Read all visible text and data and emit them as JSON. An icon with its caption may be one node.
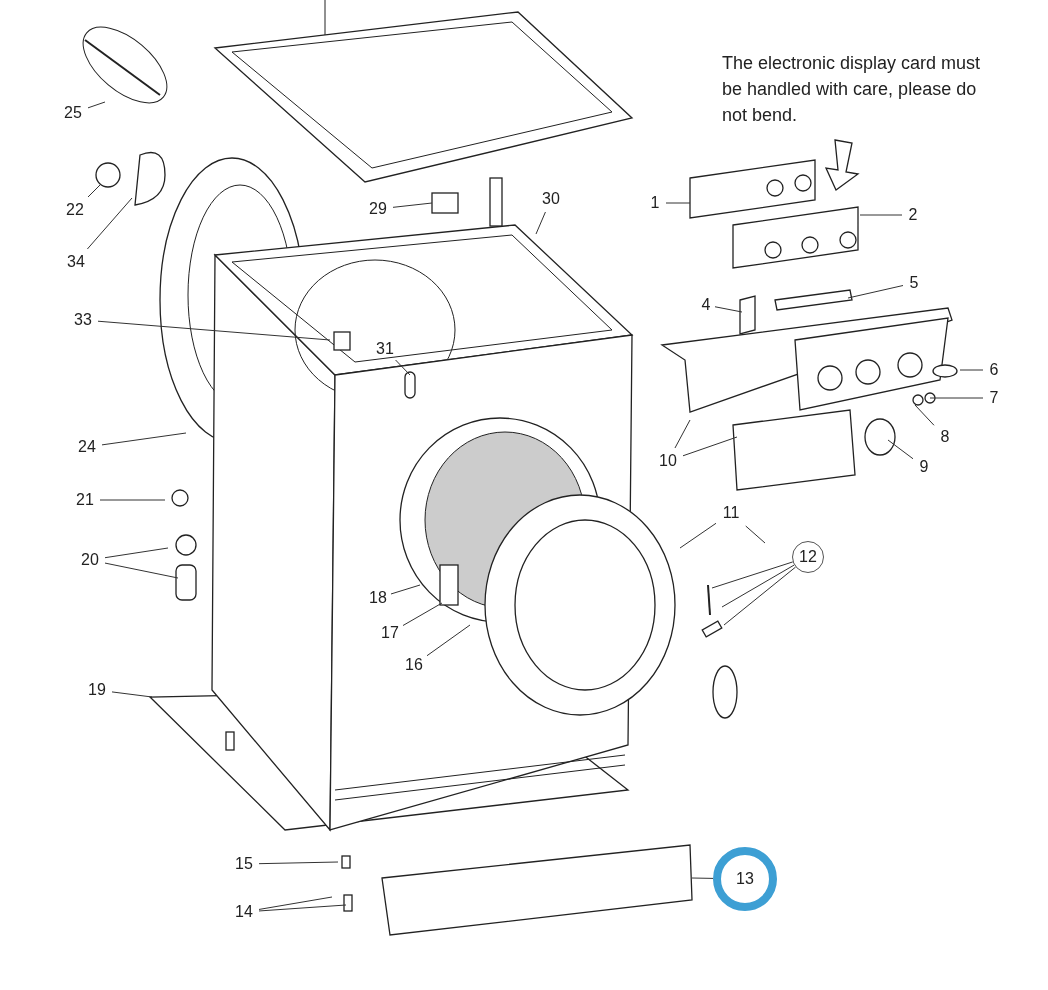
{
  "diagram": {
    "nodes": [
      {
        "text": [
          "25"
        ]
      },
      {
        "text": [
          "22"
        ]
      },
      {
        "text": [
          "34"
        ]
      },
      {
        "text": [
          "33"
        ]
      },
      {
        "text": [
          "24"
        ]
      },
      {
        "text": [
          "21"
        ]
      },
      {
        "text": [
          "20"
        ]
      },
      {
        "text": [
          "19"
        ]
      },
      {
        "text": [
          "15"
        ]
      },
      {
        "text": [
          "14"
        ]
      },
      {
        "text": [
          "29"
        ]
      },
      {
        "text": [
          "30"
        ]
      },
      {
        "text": [
          "31"
        ]
      },
      {
        "text": [
          "18"
        ]
      },
      {
        "text": [
          "17"
        ]
      },
      {
        "text": [
          "16"
        ]
      },
      {
        "text": [
          "1"
        ]
      },
      {
        "text": [
          "2"
        ]
      },
      {
        "text": [
          "4"
        ]
      },
      {
        "text": [
          "5"
        ]
      },
      {
        "text": [
          "6"
        ]
      },
      {
        "text": [
          "7"
        ]
      },
      {
        "text": [
          "8"
        ]
      },
      {
        "text": [
          "9"
        ]
      },
      {
        "text": [
          "10"
        ]
      },
      {
        "text": [
          "11"
        ]
      },
      {
        "text": [
          "12"
        ]
      },
      {
        "text": [
          "13"
        ]
      }
    ],
    "edges": [
      {
        "from": 0,
        "to": null,
        "arrow": "none"
      },
      {
        "from": 1,
        "to": null,
        "arrow": "none"
      },
      {
        "from": 2,
        "to": null,
        "arrow": "none"
      },
      {
        "from": 3,
        "to": null,
        "arrow": "none"
      },
      {
        "from": 4,
        "to": null,
        "arrow": "none"
      },
      {
        "from": 5,
        "to": null,
        "arrow": "none"
      },
      {
        "from": 6,
        "to": null,
        "arrow": "none"
      },
      {
        "from": 6,
        "to": null,
        "arrow": "none"
      },
      {
        "from": 7,
        "to": null,
        "arrow": "none"
      },
      {
        "from": 8,
        "to": null,
        "arrow": "none"
      },
      {
        "from": 9,
        "to": null,
        "arrow": "none"
      },
      {
        "from": 9,
        "to": null,
        "arrow": "none"
      },
      {
        "from": 10,
        "to": null,
        "arrow": "none"
      },
      {
        "from": 11,
        "to": null,
        "arrow": "none"
      },
      {
        "from": 12,
        "to": null,
        "arrow": "none"
      },
      {
        "from": 13,
        "to": null,
        "arrow": "none"
      },
      {
        "from": 14,
        "to": null,
        "arrow": "none"
      },
      {
        "from": 15,
        "to": null,
        "arrow": "none"
      },
      {
        "from": 16,
        "to": null,
        "arrow": "none"
      },
      {
        "from": 17,
        "to": null,
        "arrow": "none"
      },
      {
        "from": 18,
        "to": null,
        "arrow": "none"
      },
      {
        "from": 19,
        "to": null,
        "arrow": "none"
      },
      {
        "from": 20,
        "to": null,
        "arrow": "none"
      },
      {
        "from": 21,
        "to": null,
        "arrow": "none"
      },
      {
        "from": 22,
        "to": null,
        "arrow": "none"
      },
      {
        "from": 23,
        "to": null,
        "arrow": "none"
      },
      {
        "from": 24,
        "to": null,
        "arrow": "none"
      },
      {
        "from": 24,
        "to": null,
        "arrow": "none"
      },
      {
        "from": 25,
        "to": null,
        "arrow": "none"
      },
      {
        "from": 25,
        "to": null,
        "arrow": "none"
      },
      {
        "from": 26,
        "to": null,
        "arrow": "none"
      },
      {
        "from": 26,
        "to": null,
        "arrow": "none"
      },
      {
        "from": 26,
        "to": null,
        "arrow": "none"
      },
      {
        "from": 27,
        "to": null,
        "arrow": "none"
      }
    ],
    "labels": [
      "The electronic display card must be handled with care, please do not bend."
    ]
  }
}
